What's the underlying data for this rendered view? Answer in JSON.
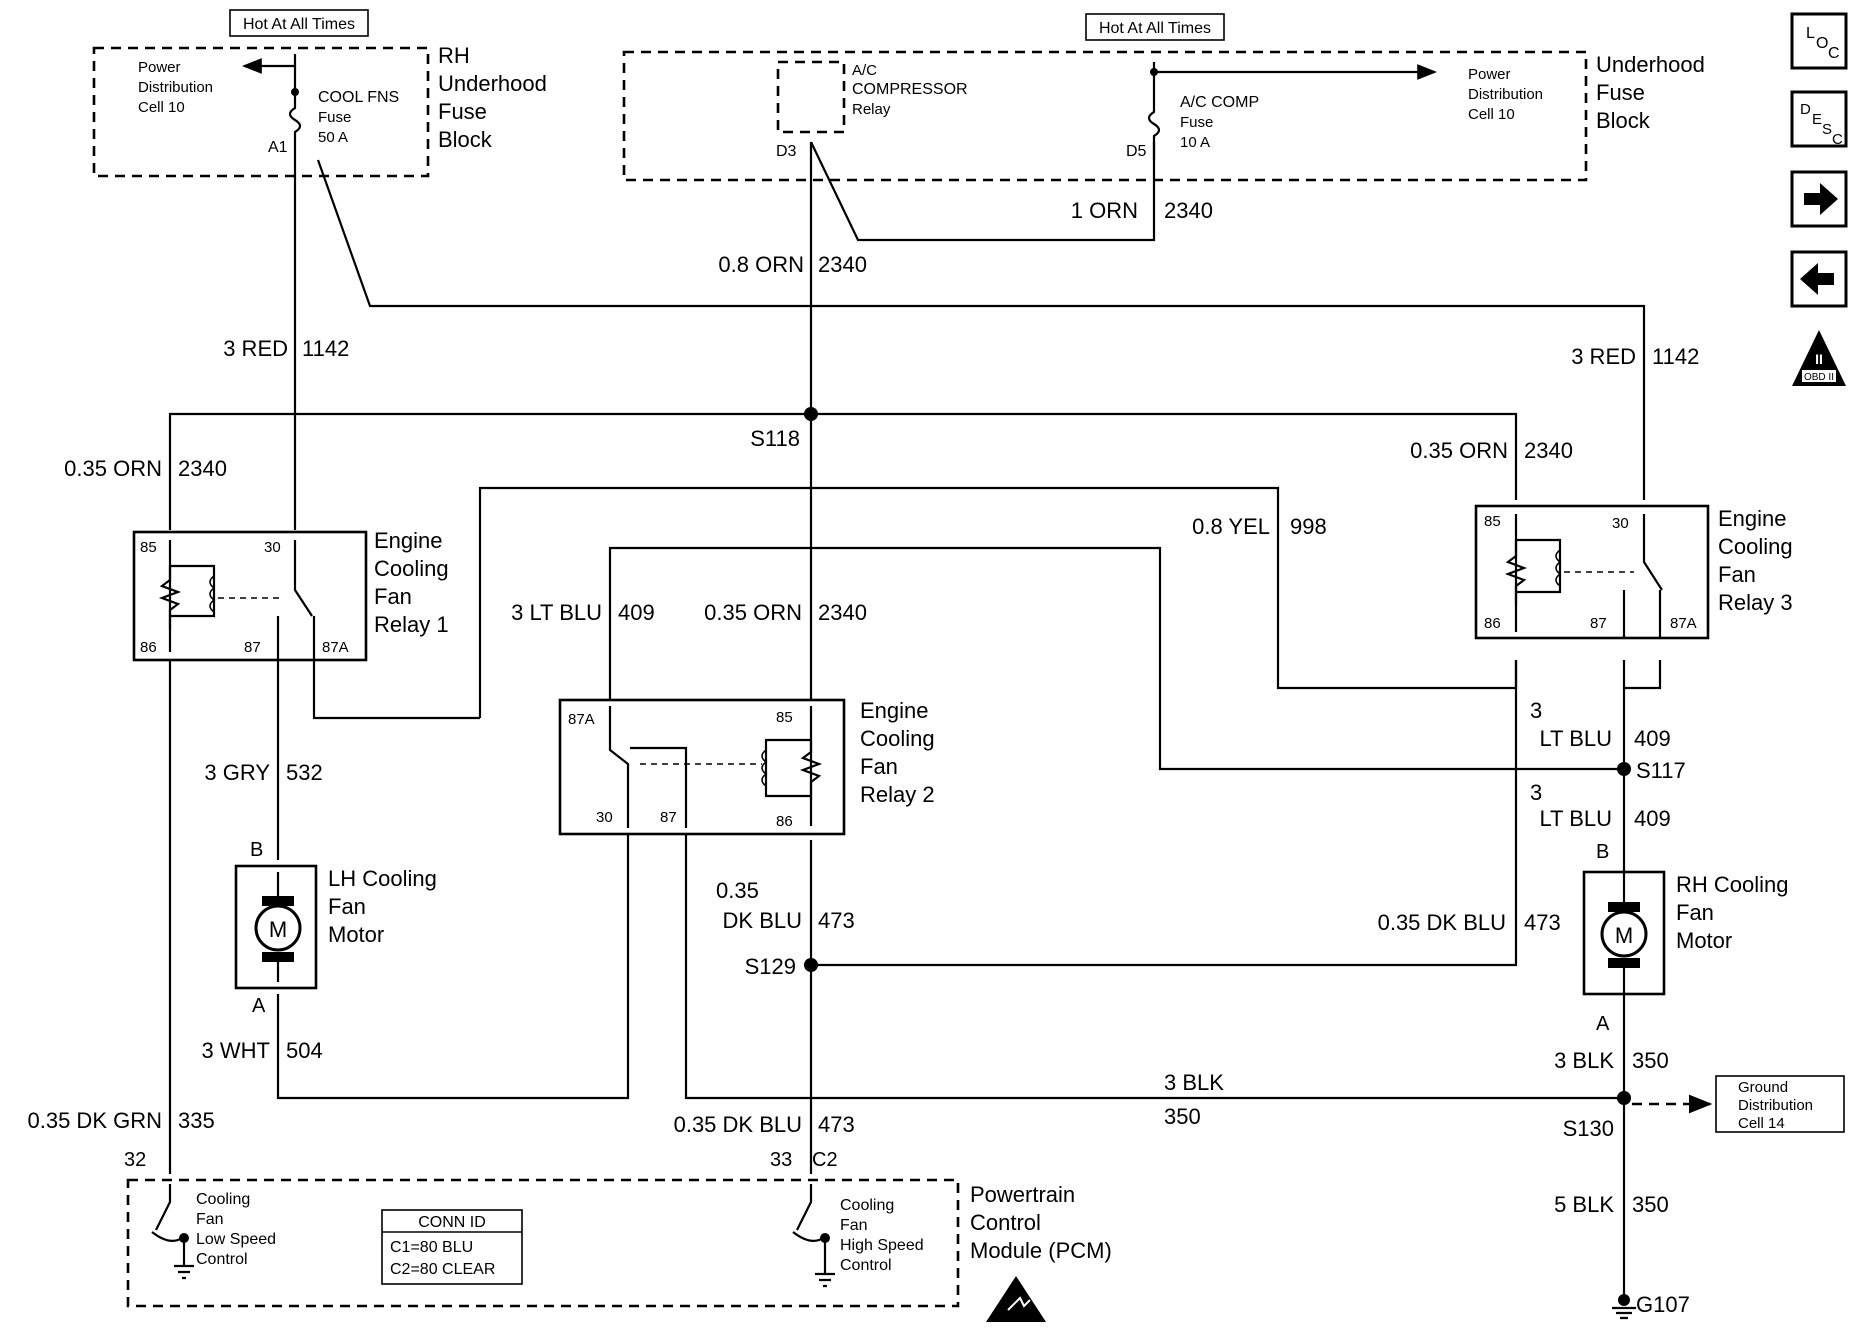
{
  "header": {
    "hot_left": "Hot At All Times",
    "hot_right": "Hot At All Times"
  },
  "fuse_blocks": {
    "rh_title": [
      "RH",
      "Underhood",
      "Fuse",
      "Block"
    ],
    "rh_pdc": [
      "Power",
      "Distribution",
      "Cell 10"
    ],
    "rh_fuse": [
      "COOL FNS",
      "Fuse",
      "50 A"
    ],
    "rh_pin": "A1",
    "uh_title": [
      "Underhood",
      "Fuse",
      "Block"
    ],
    "uh_pdc": [
      "Power",
      "Distribution",
      "Cell 10"
    ],
    "ac_relay": [
      "A/C",
      "COMPRESSOR",
      "Relay"
    ],
    "ac_fuse": [
      "A/C COMP",
      "Fuse",
      "10 A"
    ],
    "pin_d3": "D3",
    "pin_d5": "D5"
  },
  "wires": {
    "w1_orn": [
      "1 ORN",
      "2340"
    ],
    "w08_orn": [
      "0.8 ORN",
      "2340"
    ],
    "w3red_left": [
      "3 RED",
      "1142"
    ],
    "w3red_right": [
      "3 RED",
      "1142"
    ],
    "w035orn_left": [
      "0.35 ORN",
      "2340"
    ],
    "w035orn_right": [
      "0.35 ORN",
      "2340"
    ],
    "w035orn_mid": [
      "0.35 ORN",
      "2340"
    ],
    "s118": "S118",
    "w08yel": [
      "0.8 YEL",
      "998"
    ],
    "w3ltblu_mid": [
      "3 LT BLU",
      "409"
    ],
    "w3gry": [
      "3 GRY",
      "532"
    ],
    "w3ltblu_r1": [
      "3",
      "LT BLU",
      "409"
    ],
    "s117": "S117",
    "w3ltblu_r2": [
      "3",
      "LT BLU",
      "409"
    ],
    "w035dkblu_mid": [
      "0.35",
      "DK BLU",
      "473"
    ],
    "s129": "S129",
    "w035dkblu_right": [
      "0.35 DK BLU",
      "473"
    ],
    "w3wht": [
      "3 WHT",
      "504"
    ],
    "w3blk_a": [
      "3 BLK",
      "350"
    ],
    "w3blk_h": [
      "3 BLK",
      "350"
    ],
    "s130": "S130",
    "w035dkgrn": [
      "0.35 DK GRN",
      "335"
    ],
    "w035dkblu_bot": [
      "0.35 DK BLU",
      "473"
    ],
    "w5blk": [
      "5 BLK",
      "350"
    ],
    "g107": "G107"
  },
  "relays": {
    "relay1": [
      "Engine",
      "Cooling",
      "Fan",
      "Relay 1"
    ],
    "relay2": [
      "Engine",
      "Cooling",
      "Fan",
      "Relay 2"
    ],
    "relay3": [
      "Engine",
      "Cooling",
      "Fan",
      "Relay 3"
    ],
    "pin85": "85",
    "pin86": "86",
    "pin30": "30",
    "pin87": "87",
    "pin87a": "87A"
  },
  "motors": {
    "lh": [
      "LH Cooling",
      "Fan",
      "Motor"
    ],
    "rh": [
      "RH Cooling",
      "Fan",
      "Motor"
    ],
    "symbol": "M",
    "pin_a": "A",
    "pin_b": "B"
  },
  "pcm": {
    "title": [
      "Powertrain",
      "Control",
      "Module (PCM)"
    ],
    "low": [
      "Cooling",
      "Fan",
      "Low Speed",
      "Control"
    ],
    "high": [
      "Cooling",
      "Fan",
      "High Speed",
      "Control"
    ],
    "conn_title": "CONN ID",
    "conn_c1": "C1=80 BLU",
    "conn_c2": "C2=80 CLEAR",
    "pin32": "32",
    "pin33": "33",
    "c2": "C2"
  },
  "ground": {
    "box": [
      "Ground",
      "Distribution",
      "Cell 14"
    ]
  },
  "nav": {
    "loc": [
      "L",
      "O",
      "C"
    ],
    "desc": [
      "D",
      "E",
      "S",
      "C"
    ],
    "obd": [
      "II",
      "OBD II"
    ]
  }
}
